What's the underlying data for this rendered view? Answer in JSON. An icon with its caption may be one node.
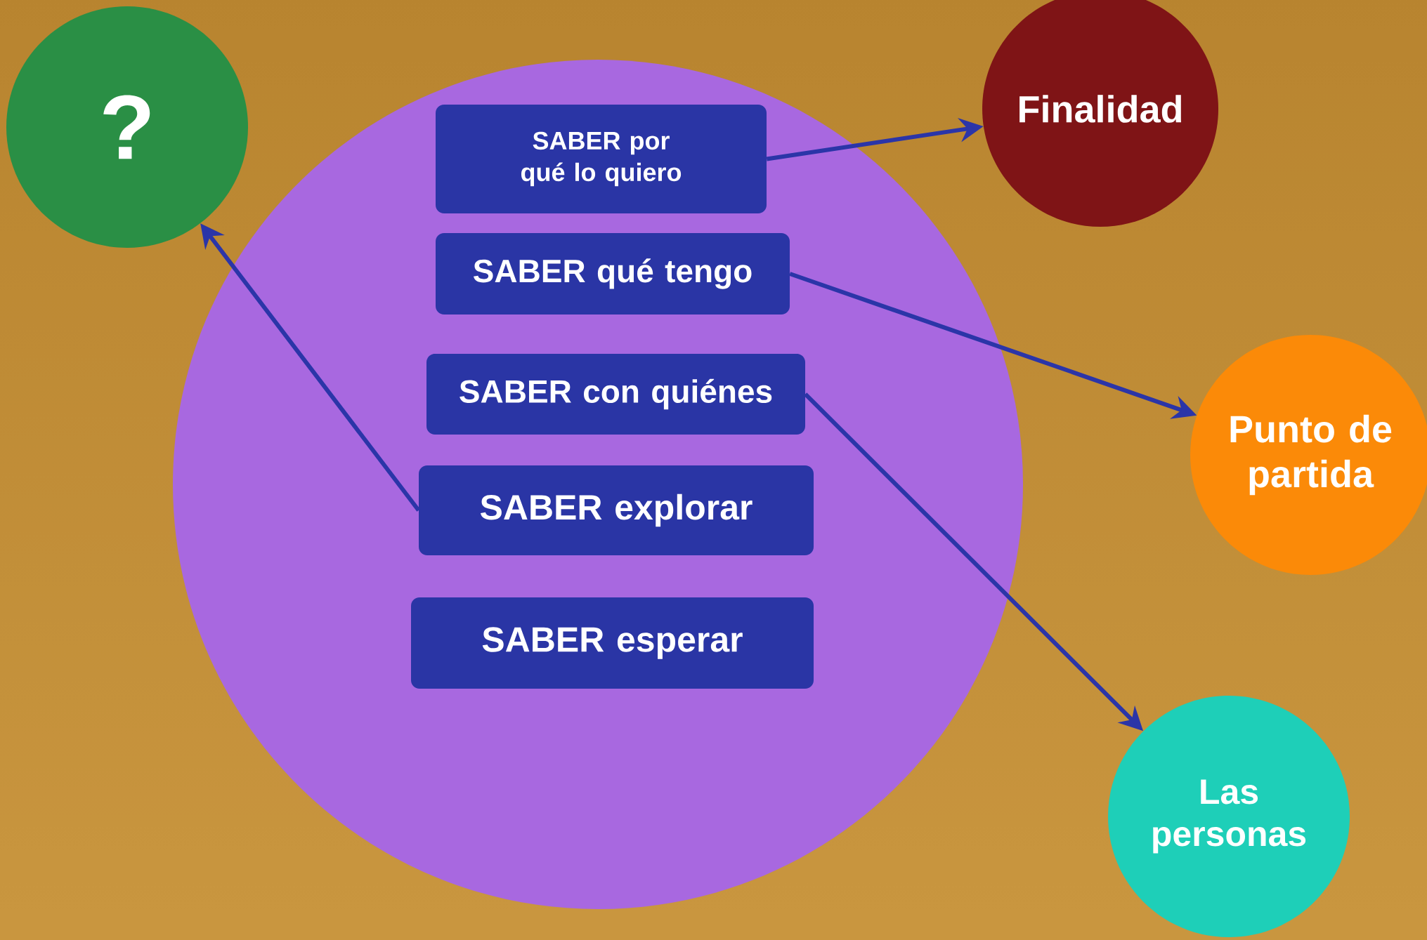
{
  "diagram": {
    "nodes": [
      {
        "text": [],
        "shape": "circle"
      },
      {
        "text": [
          "SABER por qué lo quiero"
        ],
        "in": 0
      },
      {
        "text": [
          "SABER qué tengo"
        ],
        "in": 0
      },
      {
        "text": [
          "SABER con quiénes"
        ],
        "in": 0
      },
      {
        "text": [
          "SABER explorar"
        ],
        "in": 0
      },
      {
        "text": [
          "SABER esperar"
        ],
        "in": 0
      },
      {
        "text": [
          "?"
        ]
      },
      {
        "text": [
          "Finalidad"
        ]
      },
      {
        "text": [
          "Punto de partida"
        ]
      },
      {
        "text": [
          "Las personas"
        ]
      }
    ],
    "edges": [
      {
        "from": 1,
        "to": 7,
        "arrow": "to"
      },
      {
        "from": 2,
        "to": 8,
        "arrow": "to"
      },
      {
        "from": 3,
        "to": 9,
        "arrow": "to"
      },
      {
        "from": 4,
        "to": 6,
        "arrow": "to"
      }
    ]
  }
}
